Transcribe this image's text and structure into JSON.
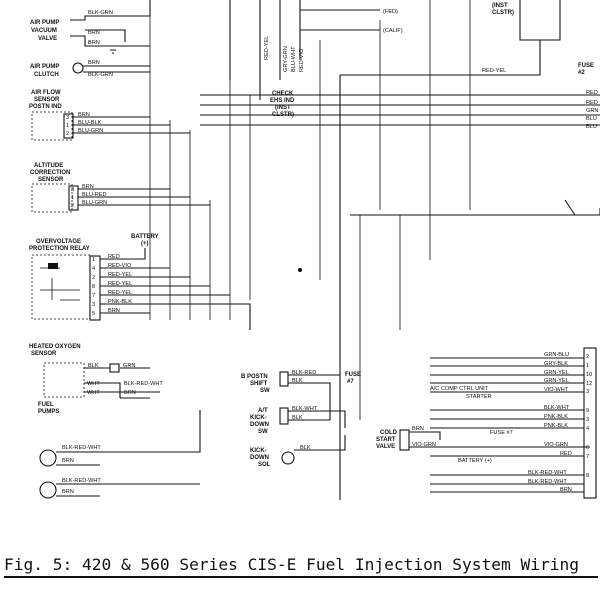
{
  "components": {
    "air_pump_vacuum_valve": [
      "AIR PUMP",
      "VACUUM",
      "VALVE"
    ],
    "air_pump_clutch": [
      "AIR PUMP",
      "CLUTCH"
    ],
    "air_flow_sensor": [
      "AIR FLOW",
      "SENSOR",
      "POSTN IND"
    ],
    "altitude_sensor": [
      "ALTITUDE",
      "CORRECTION",
      "SENSOR"
    ],
    "overvoltage_relay": [
      "OVERVOLTAGE",
      "PROTECTION RELAY"
    ],
    "battery": [
      "BATTERY",
      "(+)"
    ],
    "heated_oxygen_sensor": [
      "HEATED OXYGEN",
      "SENSOR"
    ],
    "fuel_pumps": [
      "FUEL",
      "PUMPS"
    ],
    "postn_shift_sw": [
      "B POSTN",
      "SHIFT",
      "SW"
    ],
    "at_kickdown_sw": [
      "A/T",
      "KICK-",
      "DOWN",
      "SW"
    ],
    "kickdown_sol": [
      "KICK-",
      "DOWN",
      "SOL"
    ],
    "cold_start_valve": [
      "COLD",
      "START",
      "VALVE"
    ],
    "check_ehs_ind": [
      "CHECK",
      "EHS IND",
      "(INST",
      "CLSTR)"
    ],
    "inst_clstr": [
      "(INST",
      "CLSTR)"
    ],
    "fuse_7_shift": [
      "FUSE",
      "#7"
    ],
    "fuse_2": [
      "FUSE",
      "#2"
    ]
  },
  "notes": {
    "fed": "(FED)",
    "calif": "(CALIF)",
    "ac_comp_ctrl_unit": "A/C COMP CTRL UNIT",
    "starter": "STARTER",
    "fuse_7": "FUSE #7",
    "battery_plus": "BATTERY (+)"
  },
  "wire_colors": {
    "air_pump": [
      "BLK-GRN",
      "BRN",
      "BRN",
      "BLK-GRN"
    ],
    "air_flow": [
      "BRN",
      "BLU-BLK",
      "BLU-GRN"
    ],
    "altitude": [
      "BRN",
      "BLU-RED",
      "BLU-GRN"
    ],
    "relay": [
      "RED",
      "RED-VIO",
      "RED-YEL",
      "RED-YEL",
      "RED-YEL",
      "PNK-BLK",
      "BRN"
    ],
    "oxygen": [
      "BLK",
      "GRN",
      "WHT",
      "BLK-RED-WHT",
      "WHT",
      "BRN"
    ],
    "fuel_pumps": [
      "BLK-RED-WHT",
      "BRN",
      "BLK-RED-WHT",
      "BRN"
    ],
    "shift_sw": [
      "BLK-RED",
      "BLK"
    ],
    "kickdown_sw": [
      "BLK-WHT",
      "BLK"
    ],
    "kickdown_sol": [
      "BLK"
    ],
    "cold_start": [
      "BRN",
      "VIO-GRN"
    ],
    "vertical": [
      "RED-YEL",
      "GRY-GRN",
      "BLU-WHT",
      "RED-VIO"
    ],
    "top_right": [
      "RED-YEL"
    ],
    "right_connector": [
      "GRN-BLU",
      "GRY-BLK",
      "GRN-YEL",
      "GRN-YEL",
      "VIO-WHT",
      "BLK-WHT",
      "PNK-BLK",
      "PNK-BLK",
      "VIO-GRN",
      "RED",
      "BLK-RED-WHT",
      "BLK-RED-WHT",
      "BRN"
    ],
    "right_top": [
      "RED",
      "RED",
      "GRN",
      "BLU",
      "BLU"
    ]
  },
  "pin_numbers": {
    "air_flow": [
      "3",
      "1",
      "2"
    ],
    "altitude": [
      "3",
      "1",
      "2"
    ],
    "relay": [
      "1",
      "4",
      "2",
      "8",
      "7",
      "3",
      "5"
    ],
    "right_connector": [
      "2",
      "1",
      "10",
      "12",
      "3",
      "9",
      "3",
      "4",
      "6",
      "7",
      "8"
    ]
  },
  "caption": "Fig. 5: 420 & 560 Series CIS-E Fuel Injection System Wiring"
}
